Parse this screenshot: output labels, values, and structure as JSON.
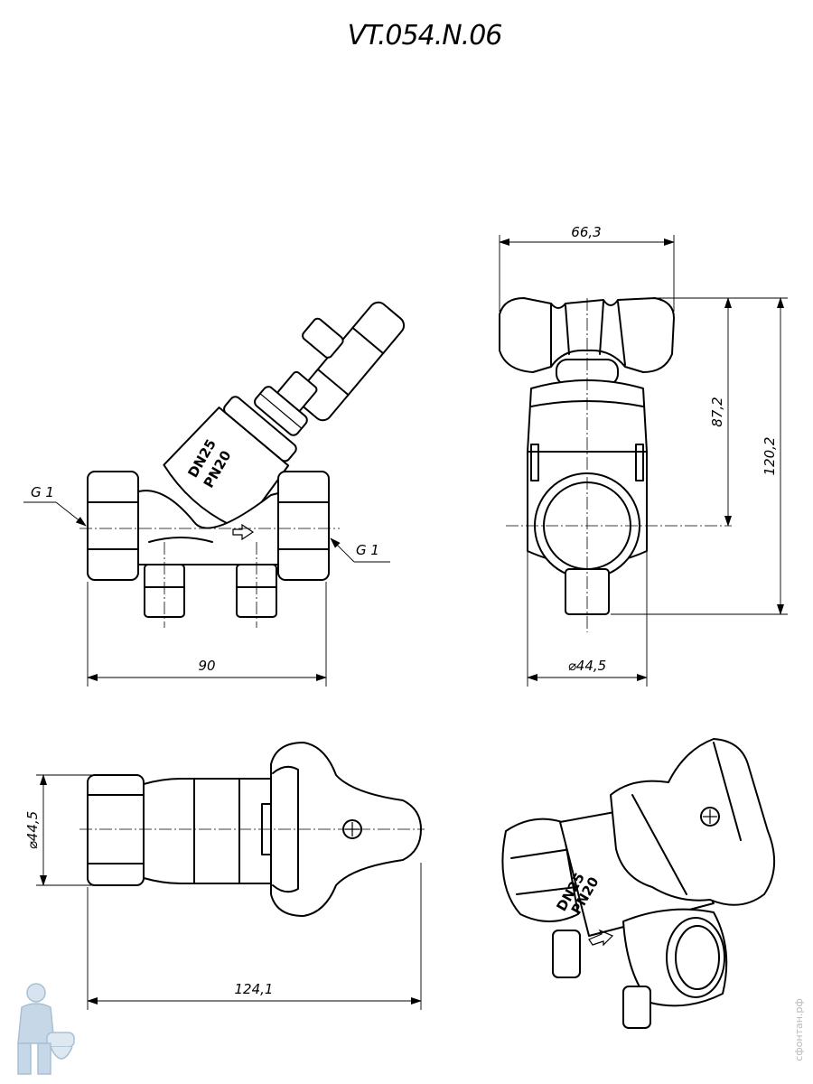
{
  "title": "VT.054.N.06",
  "body_marking": {
    "line1": "DN25",
    "line2": "PN20"
  },
  "dimensions": {
    "thread_left": "G 1",
    "thread_right": "G 1",
    "length": "90",
    "handle_width": "66,3",
    "axis_to_top": "87,2",
    "overall_height": "120,2",
    "diameter_front": "⌀44,5",
    "diameter_top": "⌀44,5",
    "overall_length_top": "124,1"
  },
  "watermark": {
    "text": "сфонтан.рф"
  },
  "icons": [
    "plumber-logo-icon",
    "flow-arrow-icon"
  ]
}
